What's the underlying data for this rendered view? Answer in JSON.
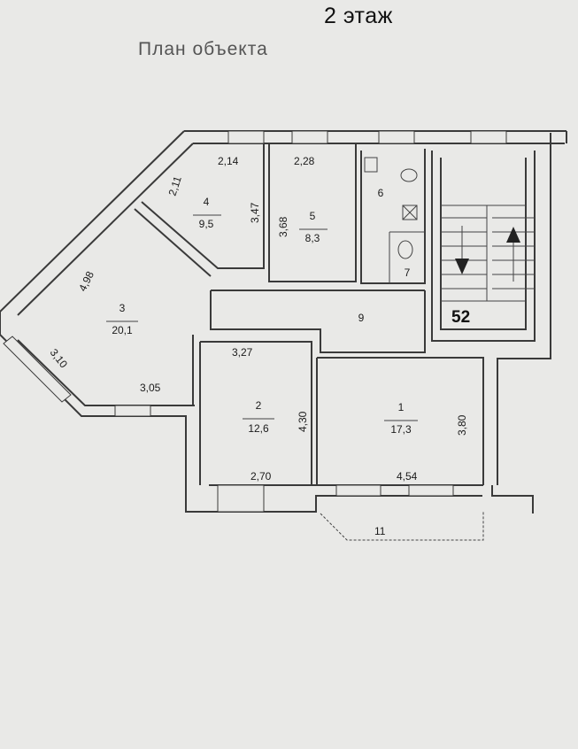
{
  "header": {
    "floor_title": "2 этаж",
    "plan_title": "План объекта"
  },
  "rooms": [
    {
      "id": "1",
      "area": "17,3"
    },
    {
      "id": "2",
      "area": "12,6"
    },
    {
      "id": "3",
      "area": "20,1"
    },
    {
      "id": "4",
      "area": "9,5"
    },
    {
      "id": "5",
      "area": "8,3"
    },
    {
      "id": "6",
      "area": ""
    },
    {
      "id": "7",
      "area": ""
    },
    {
      "id": "9",
      "area": ""
    }
  ],
  "dimensions": {
    "r4_top": "2,14",
    "r4_diag": "2,11",
    "r4_side": "3,47",
    "r5_top": "2,28",
    "r5_side": "3,68",
    "r3_diag": "4,98",
    "r3_left": "3,10",
    "r3_bottom": "3,05",
    "r2_top": "3,27",
    "r2_side": "4,30",
    "r2_bottom": "2,70",
    "r1_side": "3,80",
    "r1_bottom": "4,54",
    "balcony": "11"
  },
  "stair_label": "52",
  "colors": {
    "background": "#e9e9e7",
    "walls": "#3a3a3a",
    "text": "#1a1a1a"
  }
}
